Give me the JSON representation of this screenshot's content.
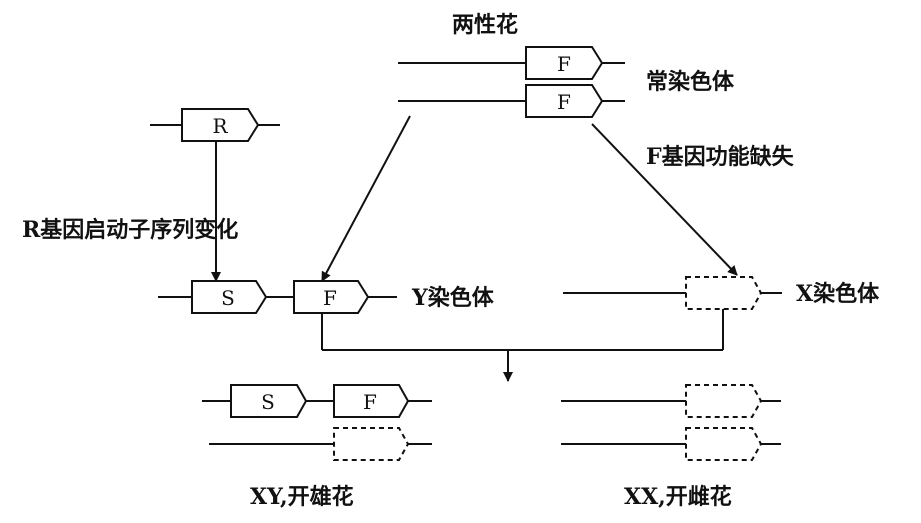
{
  "labels": {
    "bisexual_flower": "两性花",
    "autosome": "常染色体",
    "f_loss": "F基因功能缺失",
    "r_promoter_change": "R基因启动子序列变化",
    "y_chromosome": "Y染色体",
    "x_chromosome": "X染色体",
    "xy_male": "XY,开雄花",
    "xx_female": "XX,开雌花"
  },
  "genes": {
    "f": "F",
    "r": "R",
    "s": "S"
  }
}
